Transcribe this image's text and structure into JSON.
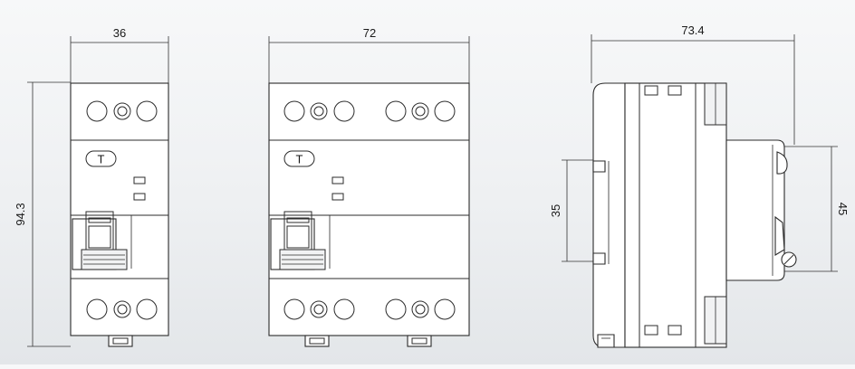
{
  "dimensions": {
    "single_width": "36",
    "height": "94.3",
    "double_width": "72",
    "depth": "73.4",
    "rail": "35",
    "front_height": "45"
  },
  "test_button_label": "T"
}
